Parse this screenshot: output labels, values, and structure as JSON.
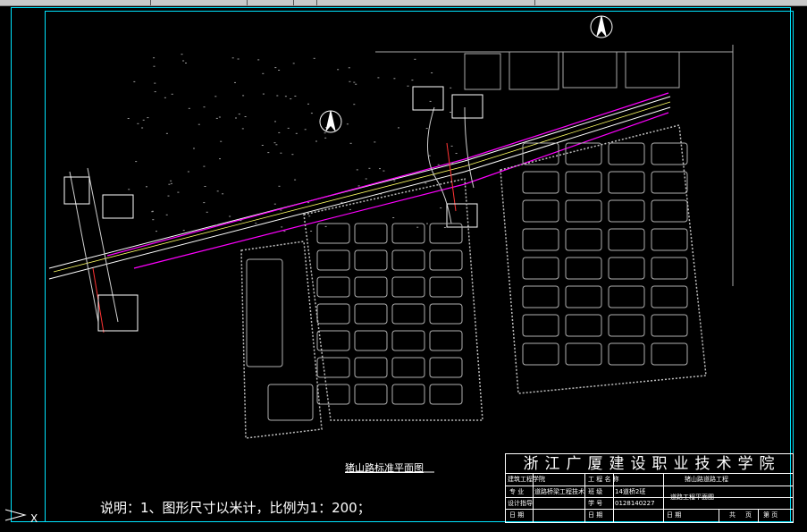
{
  "colors": {
    "frame": "#00e5ff",
    "road_centerline": "#ff00ff",
    "road_edge": "#ffffff",
    "buildings": "#b0b0b0",
    "text": "#ffffff"
  },
  "drawing": {
    "plan_title": "猪山路标准平面图",
    "note": "说明：1、图形尺寸以米计，比例为1：200；"
  },
  "title_block": {
    "school": "浙江广厦建设职业技术学院",
    "row1_label": "建筑工程学院",
    "project_label": "工 程 名 称",
    "project_value": "猪山路道路工程",
    "major_label": "专 业",
    "major_value": "道路桥梁工程技术",
    "class_label": "班 级",
    "class_value": "14道桥2班",
    "drawing_name": "道路工程平面图",
    "designer_label": "设计指导",
    "student_no_label": "学 号",
    "student_no_value": "0128140227",
    "date_label": "日 期",
    "date_label2": "日 期",
    "total_label": "共",
    "page_label": "页",
    "sheet_label": "第 页"
  },
  "icons": [
    "north-arrow-icon",
    "north-arrow-icon",
    "ucs-icon"
  ]
}
